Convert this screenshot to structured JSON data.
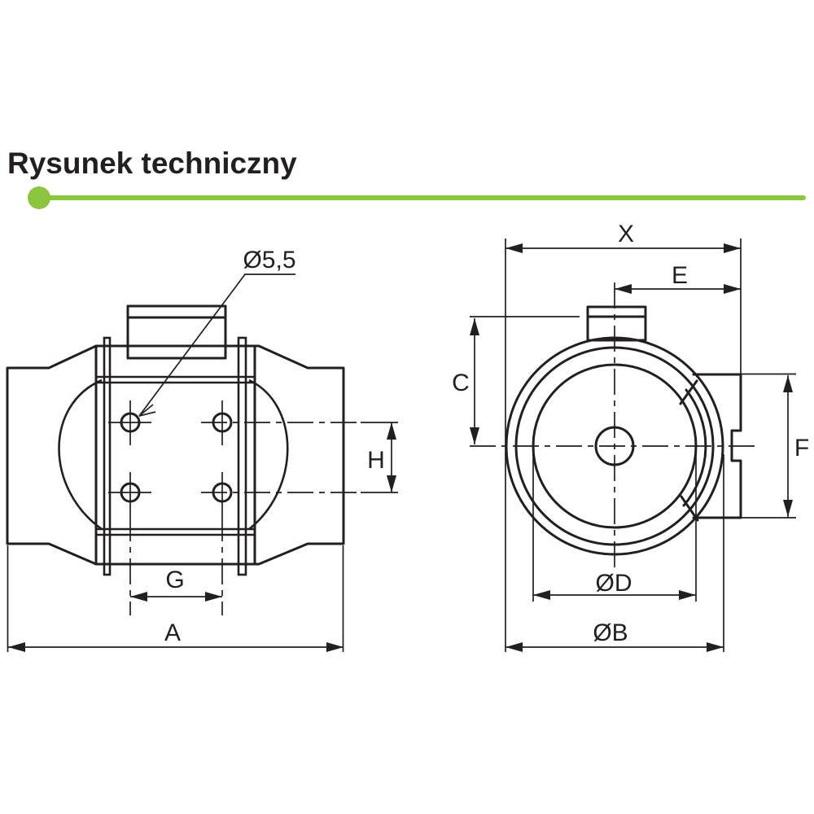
{
  "header": {
    "title": "Rysunek techniczny",
    "accent_color": "#8CC63F",
    "text_color": "#231F20"
  },
  "drawing": {
    "line_color": "#231F20",
    "background": "#FFFFFF",
    "side_view": {
      "labels": {
        "mounting_hole_diameter": "Ø5,5",
        "overall_length": "A",
        "hole_spacing_horizontal": "G",
        "hole_spacing_vertical": "H"
      }
    },
    "front_view": {
      "labels": {
        "overall_depth": "X",
        "center_to_back": "E",
        "center_to_connector": "C",
        "bracket_height": "F",
        "inner_diameter": "ØD",
        "outer_diameter": "ØB"
      }
    }
  }
}
